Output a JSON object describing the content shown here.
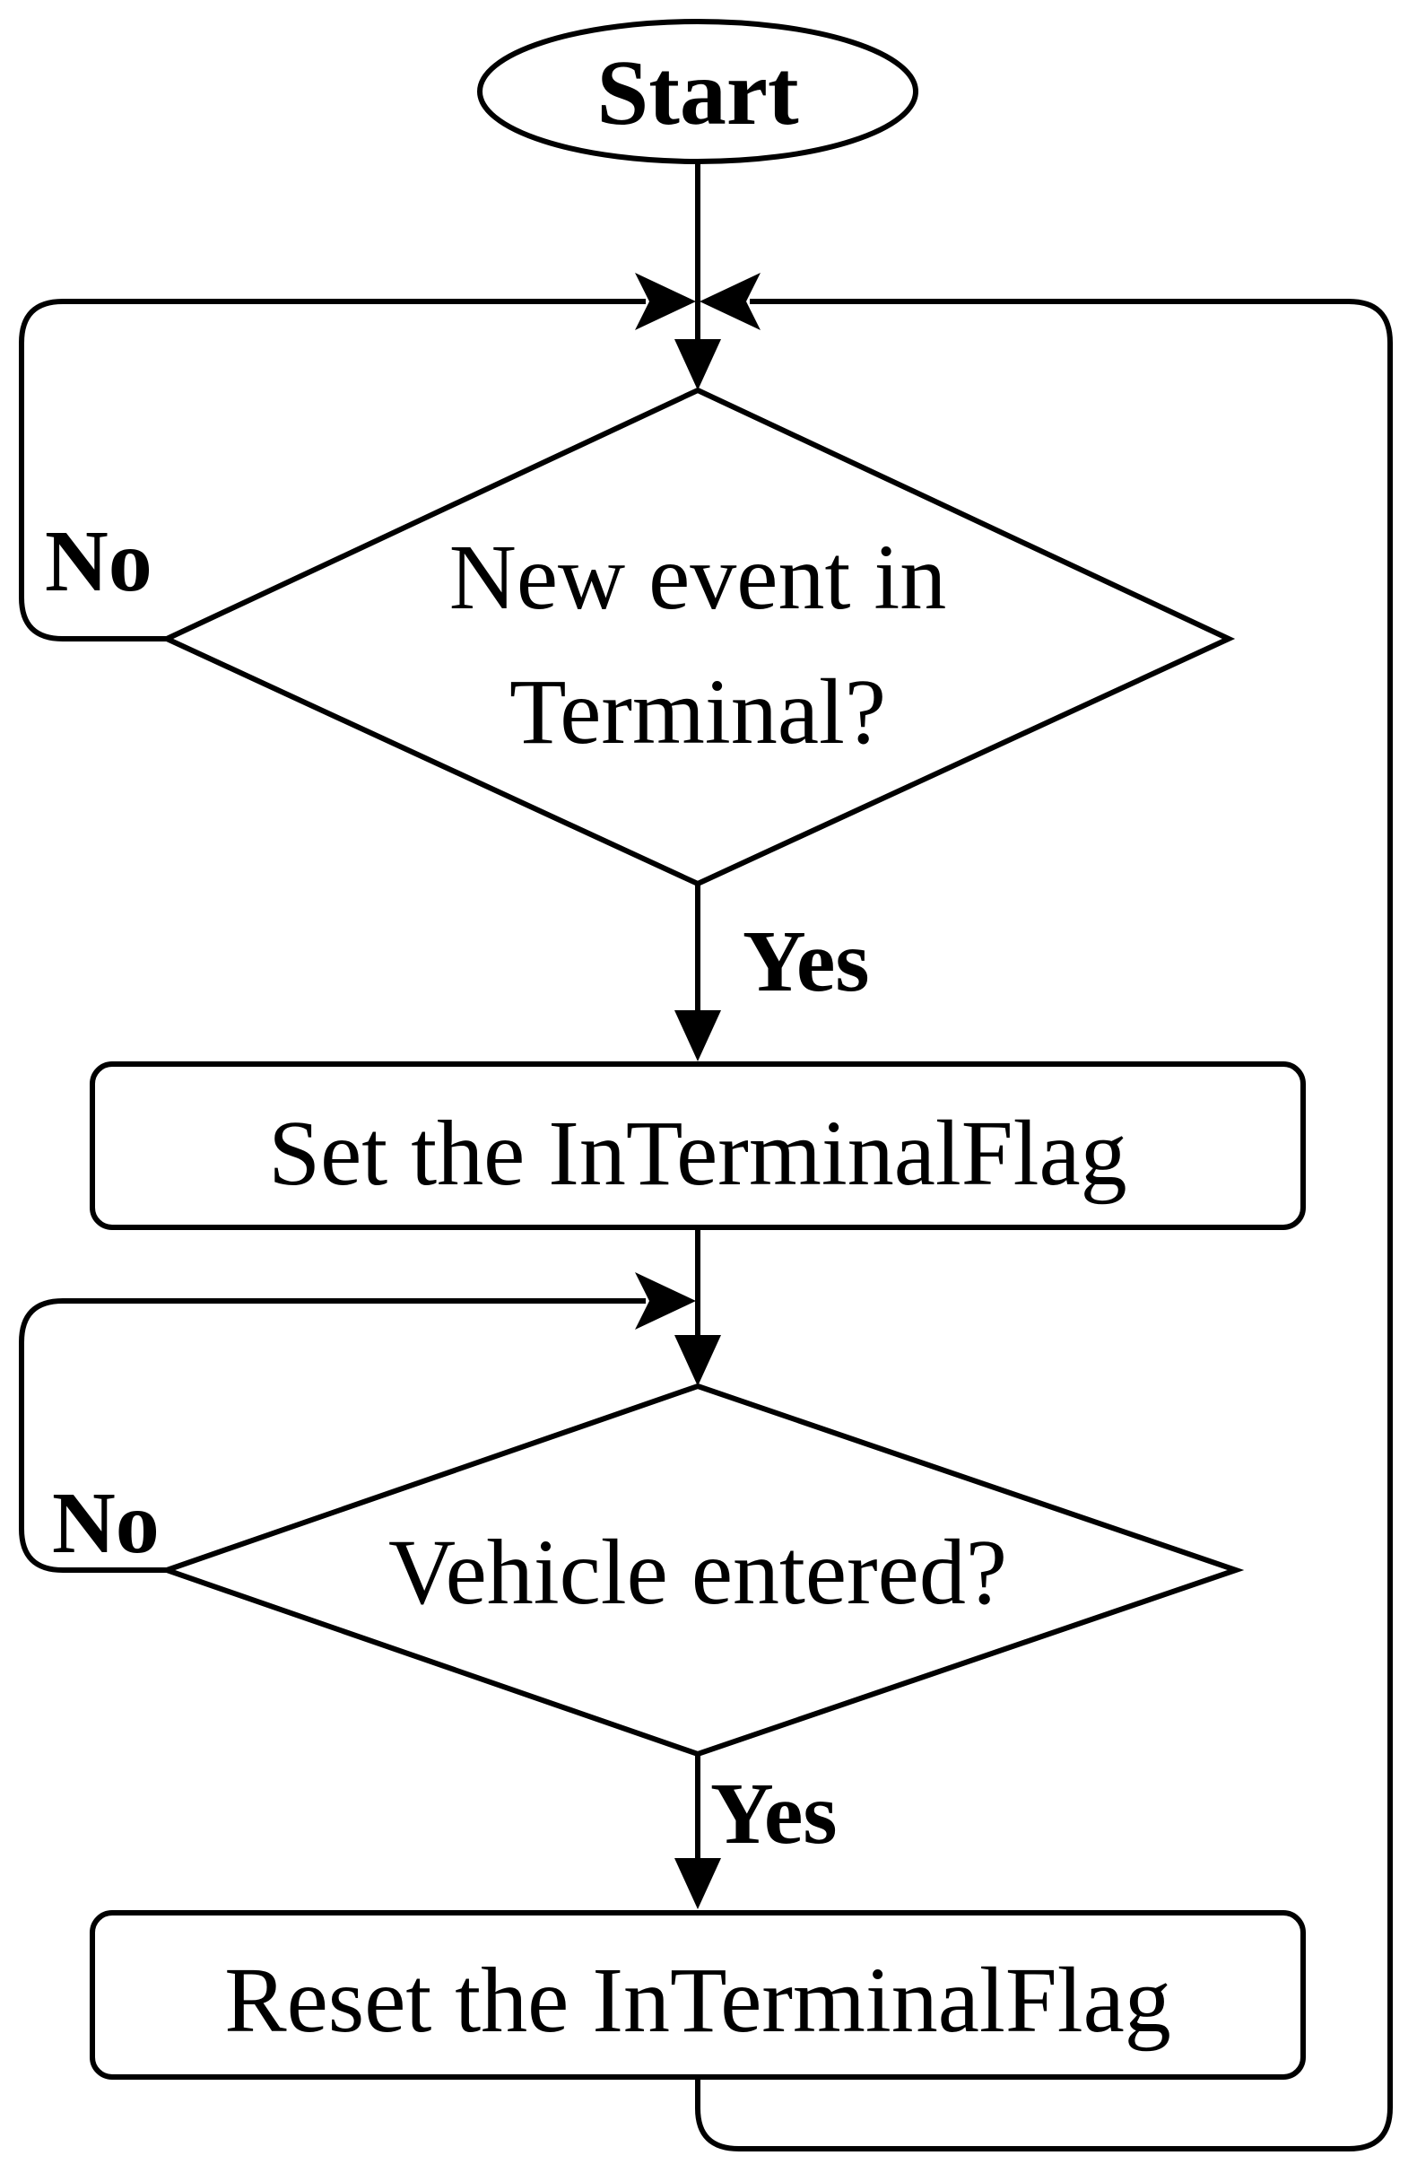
{
  "flowchart": {
    "start": "Start",
    "decision1": {
      "line1": "New event in",
      "line2": "Terminal?"
    },
    "decision1_no": "No",
    "decision1_yes": "Yes",
    "process1": "Set the InTerminalFlag",
    "decision2": "Vehicle entered?",
    "decision2_no": "No",
    "decision2_yes": "Yes",
    "process2": "Reset the InTerminalFlag"
  }
}
